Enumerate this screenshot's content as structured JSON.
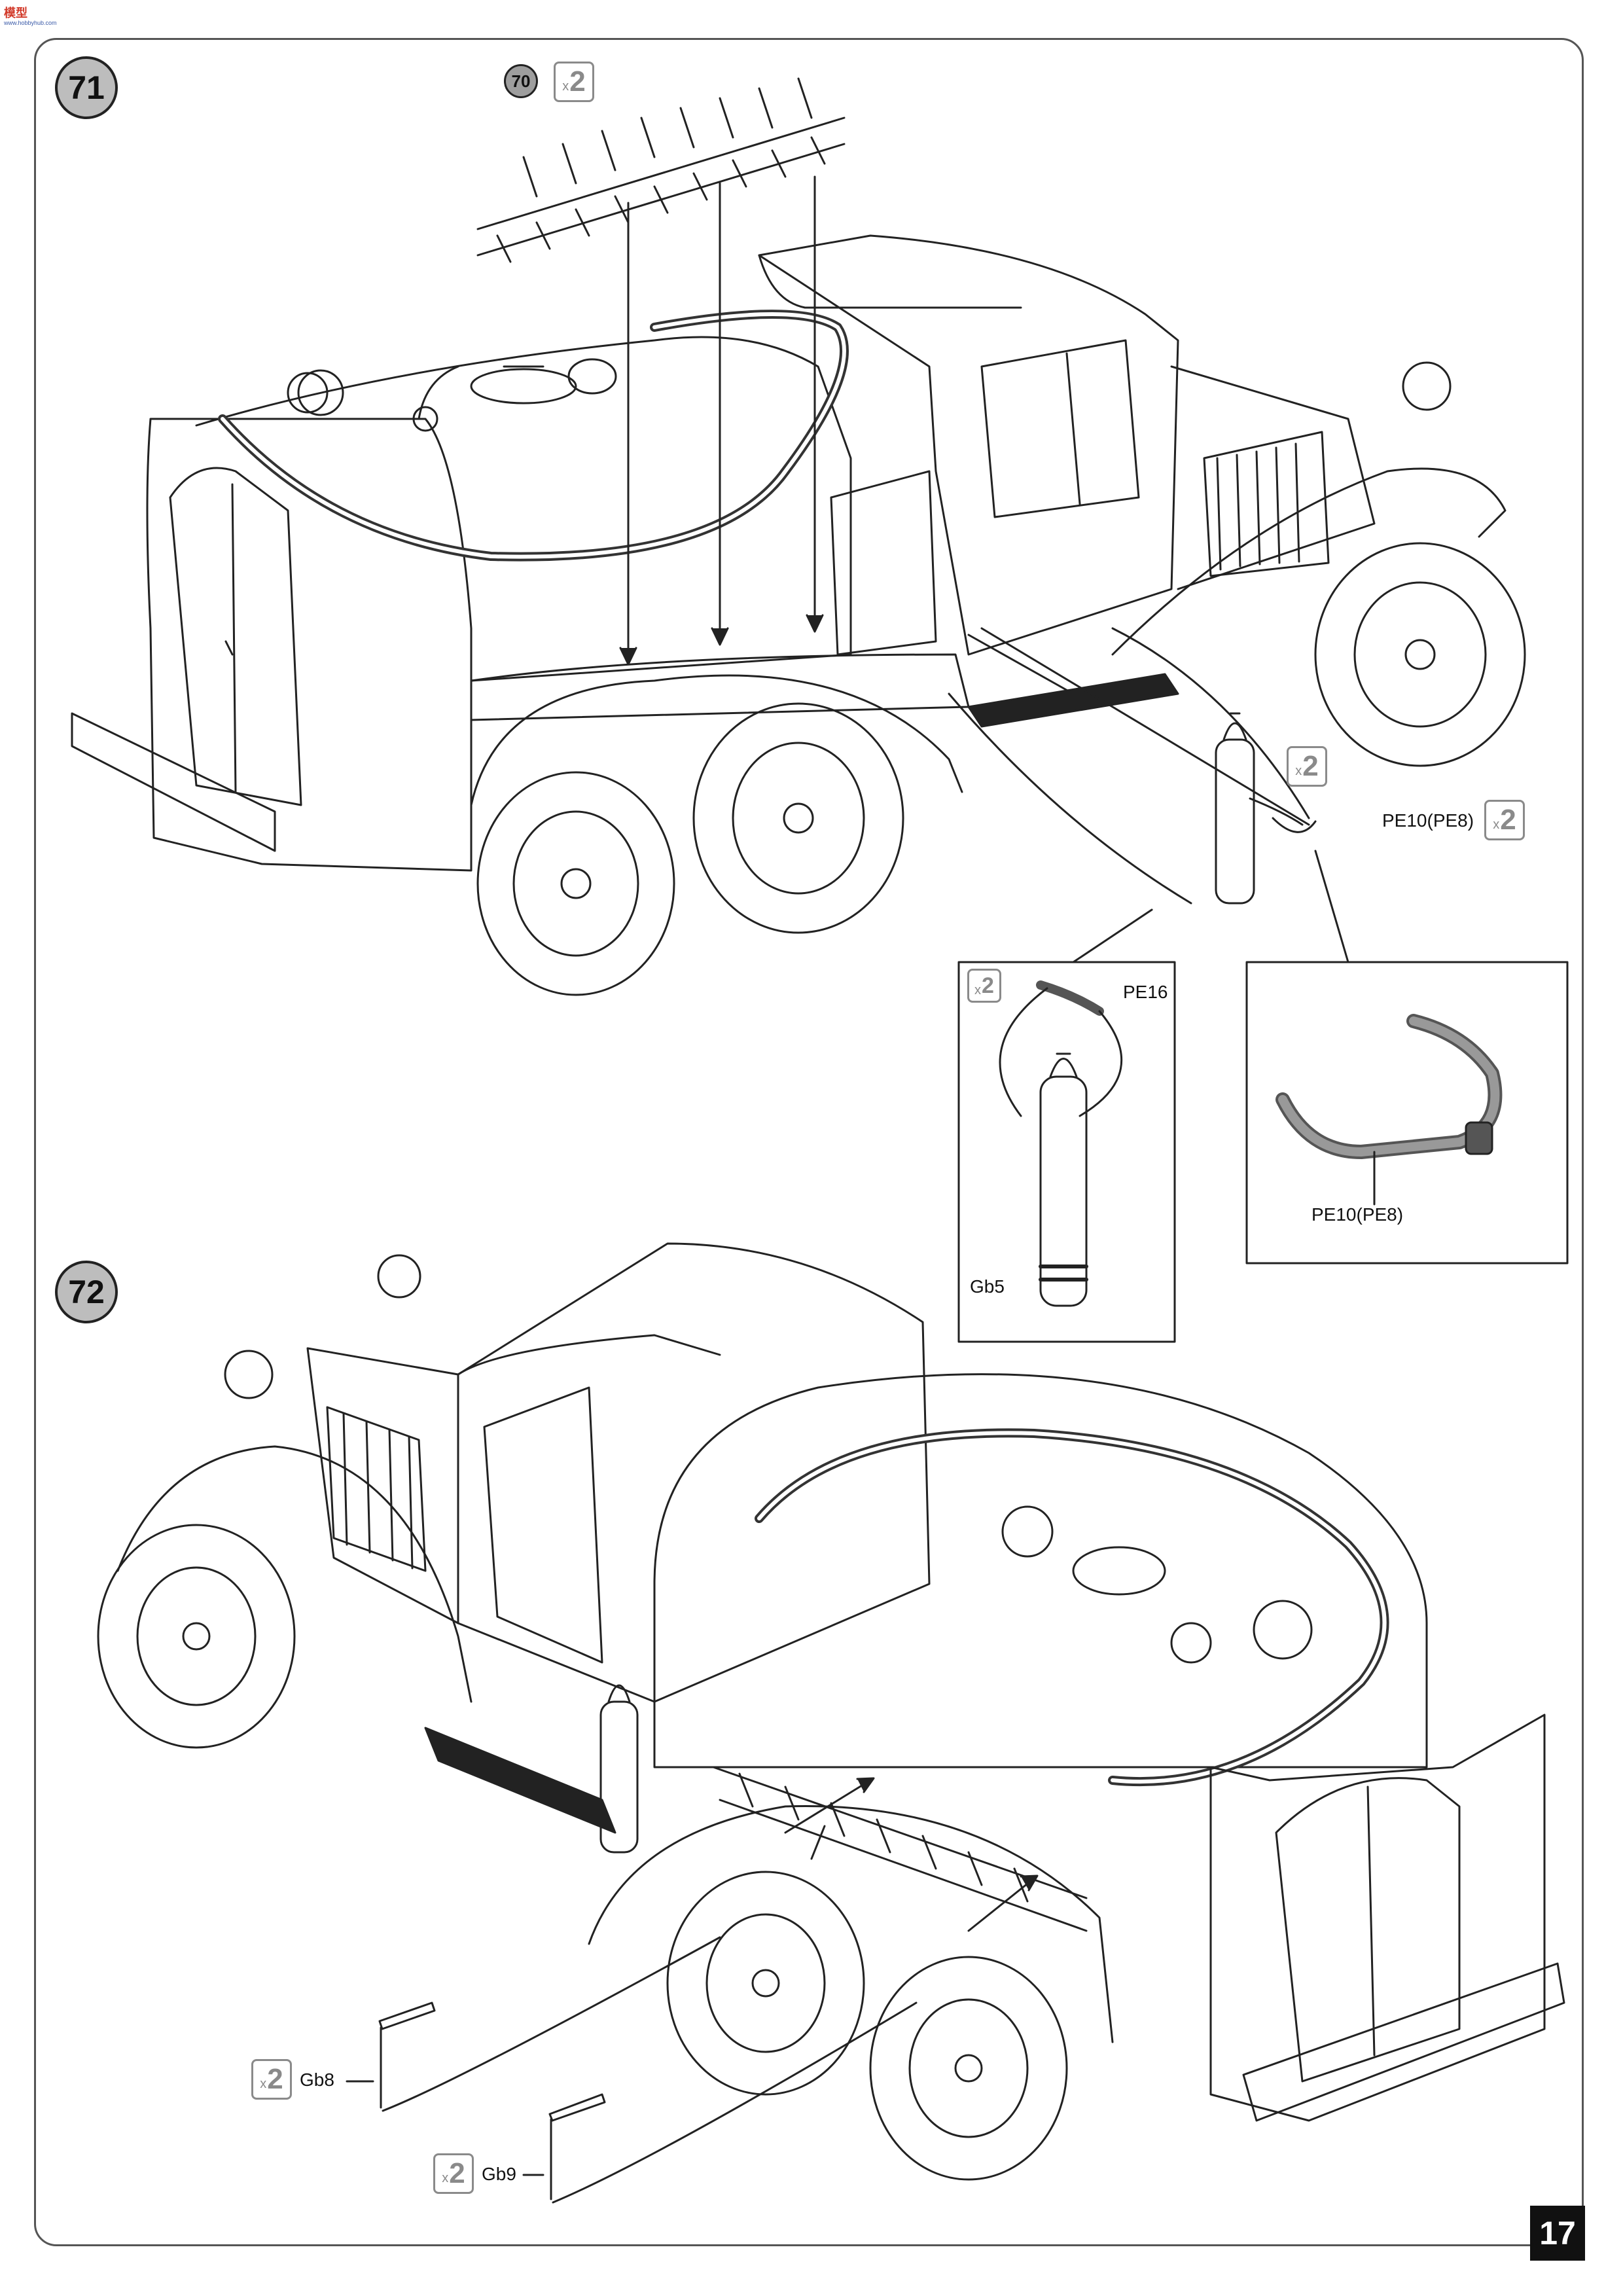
{
  "brand": {
    "logo_text": "模型",
    "logo_sub": "www.hobbyhub.com"
  },
  "steps": [
    {
      "number": "71"
    },
    {
      "number": "72"
    }
  ],
  "reference": {
    "number": "70"
  },
  "quantities": {
    "rack": "2",
    "cylinder": "2",
    "strap": "2",
    "detail_cylinder": "2",
    "gb8": "2",
    "gb9": "2"
  },
  "qty_prefix": "x",
  "parts": {
    "pe10_pe8": "PE10(PE8)",
    "pe16": "PE16",
    "gb5": "Gb5",
    "pe10_pe8_detail": "PE10(PE8)",
    "gb8": "Gb8",
    "gb9": "Gb9"
  },
  "page_number": "17",
  "colors": {
    "line": "#222222",
    "frame": "#555555",
    "badge_fill": "#bdbdbd",
    "qty_grey": "#8a8a8a"
  }
}
